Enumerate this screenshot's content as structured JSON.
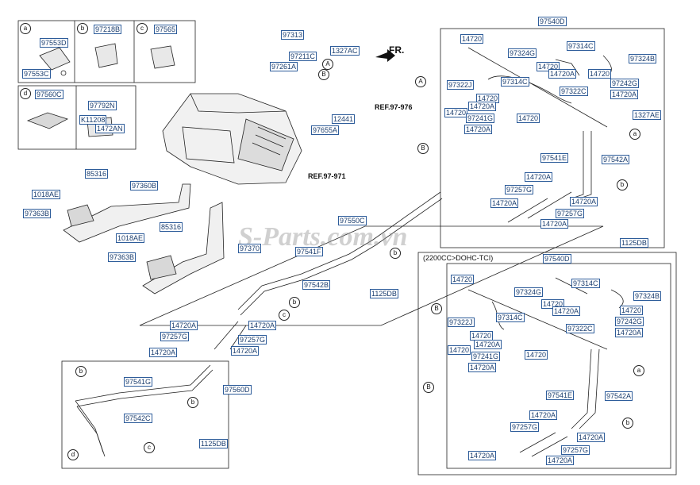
{
  "diagram": {
    "inset_boxes": [
      {
        "tag": "a",
        "parts": [
          "97553D",
          "97553C"
        ]
      },
      {
        "tag": "b",
        "parts": [
          "97218B"
        ]
      },
      {
        "tag": "c",
        "parts": [
          "97565"
        ]
      },
      {
        "tag": "d",
        "parts": [
          "97560C"
        ]
      },
      {
        "tag": "",
        "parts": [
          "97792N",
          "K11208",
          "1472AN"
        ]
      }
    ],
    "main_labels": {
      "l97313": "97313",
      "l97211C": "97211C",
      "l97261A": "97261A",
      "l1327AC": "1327AC",
      "l12441": "12441",
      "l97655A": "97655A",
      "l85316a": "85316",
      "l97360B": "97360B",
      "l1018AEa": "1018AE",
      "l97363Ba": "97363B",
      "l85316b": "85316",
      "l1018AEb": "1018AE",
      "l97363Bb": "97363B",
      "l97370": "97370",
      "l97550C": "97550C",
      "l97541F": "97541F",
      "l97542B": "97542B",
      "l1125DBa": "1125DB",
      "l14720A1": "14720A",
      "l14720A2": "14720A",
      "l97257G1": "97257G",
      "l97257G2": "97257G",
      "l14720A3": "14720A",
      "l14720A4": "14720A",
      "l97541G": "97541G",
      "l97542C": "97542C",
      "l97560D": "97560D",
      "l1125DBb": "1125DB"
    },
    "refs": {
      "ref1": "REF.97-976",
      "ref2": "REF.97-971",
      "fr": "FR."
    },
    "top_right": {
      "title": "97540D",
      "labels": {
        "t14720a": "14720",
        "t97324G": "97324G",
        "t97314C": "97314C",
        "t97324B": "97324B",
        "t14720b": "14720",
        "t14720Aa": "14720A",
        "t14720c": "14720",
        "t97242G": "97242G",
        "t97322J": "97322J",
        "t97314Cb": "97314C",
        "t97322C": "97322C",
        "t14720Ab": "14720A",
        "t14720d": "14720",
        "t14720Ac": "14720A",
        "t14720e": "14720",
        "t97241G": "97241G",
        "t14720f": "14720",
        "t14720Ad": "14720A",
        "t1327AE": "1327AE",
        "t97541E": "97541E",
        "t97542A": "97542A",
        "t14720Ae": "14720A",
        "t97257Ga": "97257G",
        "t14720Af": "14720A",
        "t14720Ag": "14720A",
        "t97257Gb": "97257G",
        "t14720Ah": "14720A",
        "t1125DB": "1125DB"
      }
    },
    "bottom_right": {
      "caption": "(2200CC>DOHC-TCI)",
      "title": "97540D",
      "labels": {
        "b14720a": "14720",
        "b97324G": "97324G",
        "b97314C": "97314C",
        "b97324B": "97324B",
        "b14720b": "14720",
        "b14720Aa": "14720A",
        "b14720c": "14720",
        "b97242G": "97242G",
        "b97322J": "97322J",
        "b97314Cb": "97314C",
        "b97322C": "97322C",
        "b14720Ab": "14720A",
        "b14720d": "14720",
        "b14720Ac": "14720A",
        "b14720e": "14720",
        "b97241G": "97241G",
        "b14720f": "14720",
        "b14720Ad": "14720A",
        "b97541E": "97541E",
        "b97542A": "97542A",
        "b14720Ae": "14720A",
        "b97257Ga": "97257G",
        "b14720Af": "14720A",
        "b14720Ag": "14720A",
        "b97257Gb": "97257G",
        "b14720Ah": "14720A"
      }
    },
    "watermark": "S-Parts.com.vn",
    "colors": {
      "label_border": "#2d5c9a",
      "label_text": "#1a3d6e",
      "line": "#222222"
    }
  }
}
